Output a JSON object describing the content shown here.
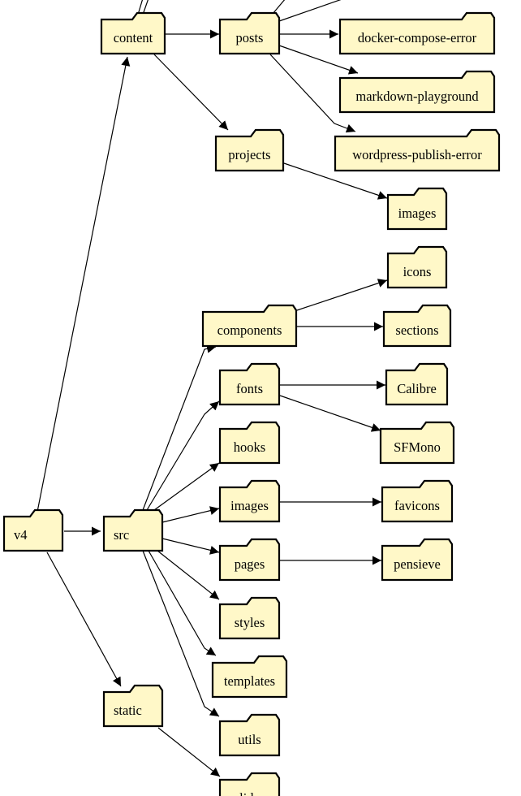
{
  "diagram": {
    "nodes": [
      {
        "id": "content",
        "label": "content"
      },
      {
        "id": "posts",
        "label": "posts"
      },
      {
        "id": "docker",
        "label": "docker-compose-error"
      },
      {
        "id": "markdown",
        "label": "markdown-playground"
      },
      {
        "id": "wordpress",
        "label": "wordpress-publish-error"
      },
      {
        "id": "projects",
        "label": "projects"
      },
      {
        "id": "projimages",
        "label": "images"
      },
      {
        "id": "icons",
        "label": "icons"
      },
      {
        "id": "components",
        "label": "components"
      },
      {
        "id": "sections",
        "label": "sections"
      },
      {
        "id": "fonts",
        "label": "fonts"
      },
      {
        "id": "calibre",
        "label": "Calibre"
      },
      {
        "id": "sfmono",
        "label": "SFMono"
      },
      {
        "id": "hooks",
        "label": "hooks"
      },
      {
        "id": "v4",
        "label": "v4"
      },
      {
        "id": "src",
        "label": "src"
      },
      {
        "id": "srcimages",
        "label": "images"
      },
      {
        "id": "favicons",
        "label": "favicons"
      },
      {
        "id": "pages",
        "label": "pages"
      },
      {
        "id": "pensieve",
        "label": "pensieve"
      },
      {
        "id": "styles",
        "label": "styles"
      },
      {
        "id": "templates",
        "label": "templates"
      },
      {
        "id": "static",
        "label": "static"
      },
      {
        "id": "utils",
        "label": "utils"
      },
      {
        "id": "slides",
        "label": "slides"
      }
    ],
    "edges": [
      {
        "from": "v4",
        "to": "content"
      },
      {
        "from": "v4",
        "to": "src"
      },
      {
        "from": "v4",
        "to": "static"
      },
      {
        "from": "content",
        "to": "posts"
      },
      {
        "from": "content",
        "to": "projects"
      },
      {
        "from": "posts",
        "to": "docker"
      },
      {
        "from": "posts",
        "to": "markdown"
      },
      {
        "from": "posts",
        "to": "wordpress"
      },
      {
        "from": "projects",
        "to": "projimages"
      },
      {
        "from": "src",
        "to": "components"
      },
      {
        "from": "src",
        "to": "fonts"
      },
      {
        "from": "src",
        "to": "hooks"
      },
      {
        "from": "src",
        "to": "srcimages"
      },
      {
        "from": "src",
        "to": "pages"
      },
      {
        "from": "src",
        "to": "styles"
      },
      {
        "from": "src",
        "to": "templates"
      },
      {
        "from": "src",
        "to": "utils"
      },
      {
        "from": "components",
        "to": "icons"
      },
      {
        "from": "components",
        "to": "sections"
      },
      {
        "from": "fonts",
        "to": "calibre"
      },
      {
        "from": "fonts",
        "to": "sfmono"
      },
      {
        "from": "srcimages",
        "to": "favicons"
      },
      {
        "from": "pages",
        "to": "pensieve"
      },
      {
        "from": "static",
        "to": "slides"
      }
    ]
  }
}
